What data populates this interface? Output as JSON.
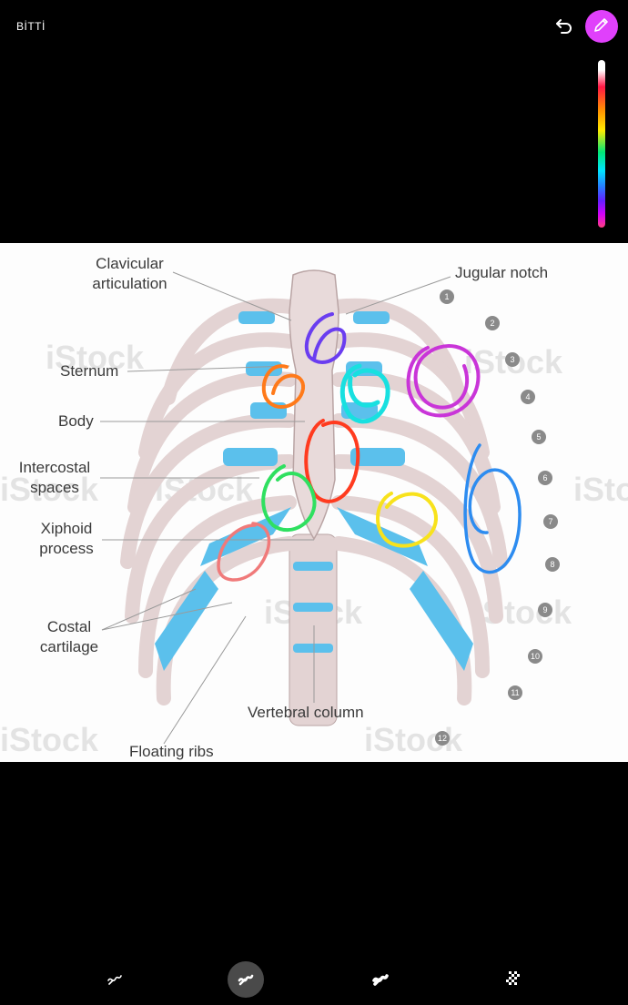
{
  "topbar": {
    "done_label": "BİTTİ",
    "undo_icon": "undo-icon",
    "pen_icon": "pencil-icon",
    "pen_color": "#e040fb"
  },
  "image": {
    "labels": {
      "clavicular": "Clavicular\narticulation",
      "jugular": "Jugular notch",
      "sternum": "Sternum",
      "body": "Body",
      "intercostal": "Intercostal\nspaces",
      "xiphoid": "Xiphoid\nprocess",
      "costal": "Costal\ncartilage",
      "vertebral": "Vertebral column",
      "floating": "Floating ribs"
    },
    "rib_numbers": [
      "1",
      "2",
      "3",
      "4",
      "5",
      "6",
      "7",
      "8",
      "9",
      "10",
      "11",
      "12"
    ],
    "watermark": "iStock",
    "colors": {
      "bone": "#e3d3d3",
      "bone_outline": "#b9a4a4",
      "cartilage": "#5bc0ec"
    }
  },
  "annotations": [
    {
      "color": "#6a3df0"
    },
    {
      "color": "#ff7a1a"
    },
    {
      "color": "#18e0e0"
    },
    {
      "color": "#c935d8"
    },
    {
      "color": "#ff3b1f"
    },
    {
      "color": "#2fe060"
    },
    {
      "color": "#f8e21c"
    },
    {
      "color": "#2d8cf0"
    },
    {
      "color": "#f07a7a"
    }
  ],
  "toolbar": {
    "tools": [
      "pen-tool-icon",
      "marker-tool-icon",
      "highlighter-tool-icon",
      "eraser-tool-icon"
    ],
    "active_index": 1
  }
}
